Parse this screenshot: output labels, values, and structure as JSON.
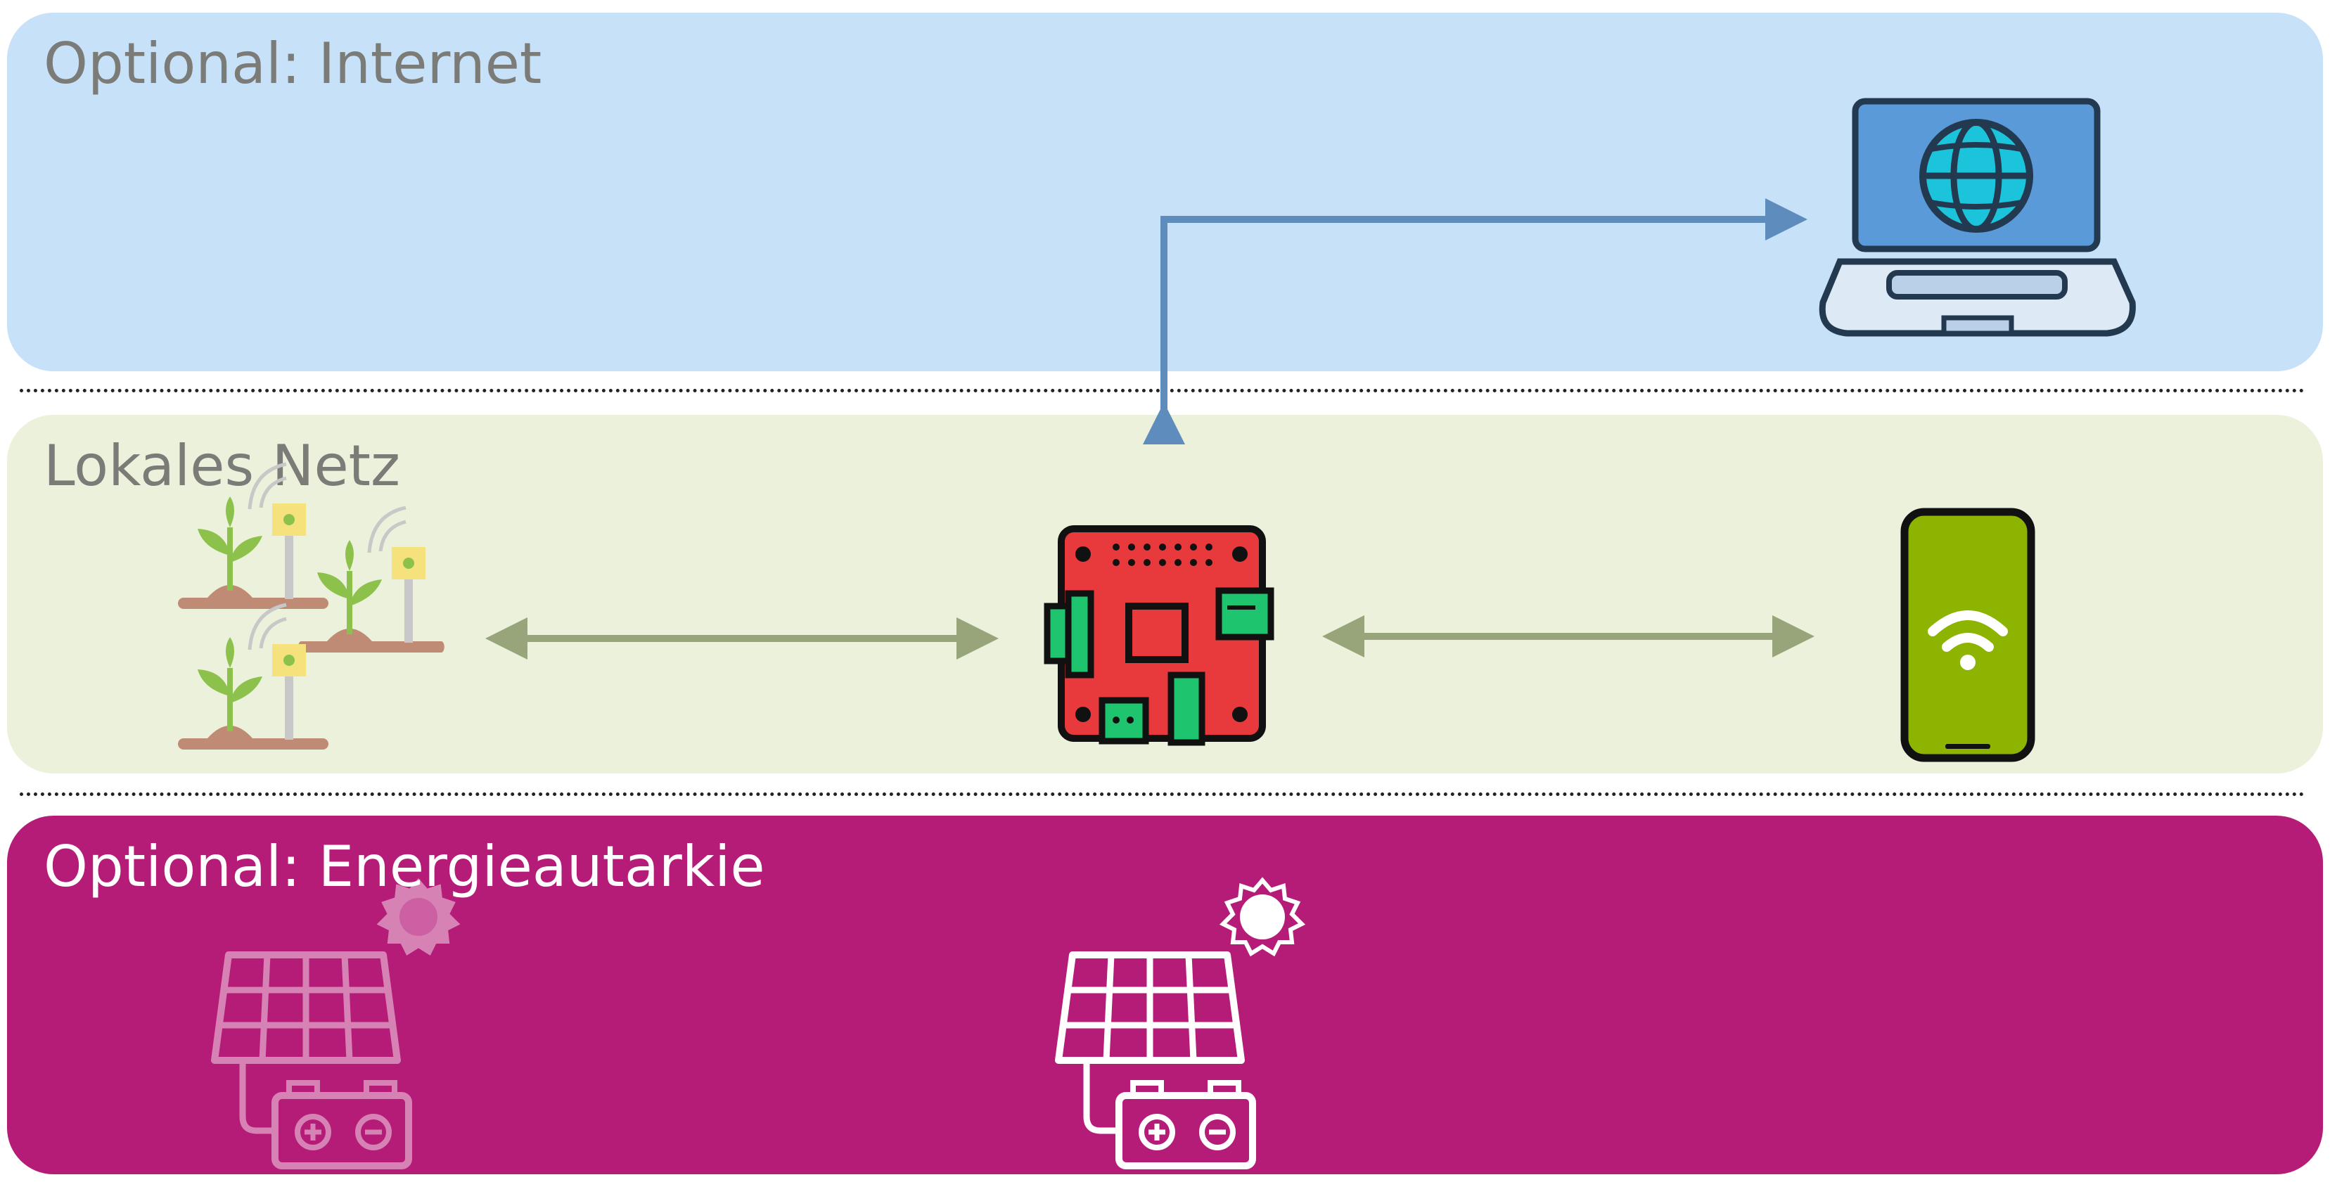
{
  "zones": {
    "internet": {
      "title": "Optional: Internet",
      "color": "#c7e1f8"
    },
    "local": {
      "title": "Lokales Netz",
      "color": "#ebf1da"
    },
    "energy": {
      "title": "Optional: Energieautarkie",
      "color": "#b51c78"
    }
  },
  "colors": {
    "title_gray": "#7b7b78",
    "internet_arrow": "#5d8cbd",
    "local_arrow": "#98a57a",
    "raspberry_red": "#e8393c",
    "component_green": "#1ec46e",
    "phone_green": "#8cb400",
    "laptop_blue": "#5b9ad8",
    "globe_cyan": "#1bc4da"
  },
  "icons": {
    "laptop": "laptop-globe-icon",
    "sensors": "plant-sensors-icon",
    "board": "raspberry-pi-board-icon",
    "phone": "smartphone-wifi-icon",
    "solar_faded": "solar-battery-icon",
    "solar": "solar-battery-icon"
  }
}
